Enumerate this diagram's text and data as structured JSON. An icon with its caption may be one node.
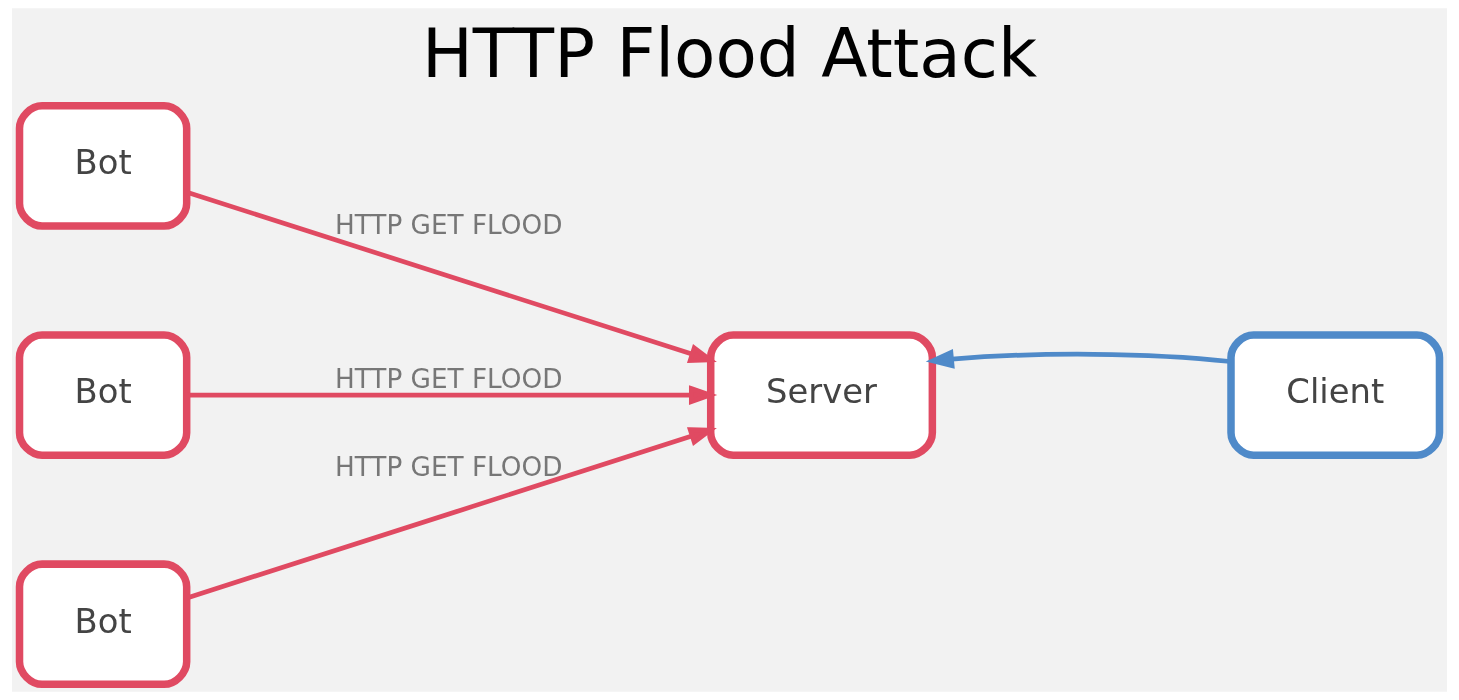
{
  "diagram": {
    "title": "HTTP Flood Attack",
    "nodes": [
      {
        "text": [
          "Bot"
        ]
      },
      {
        "text": [
          "Bot"
        ]
      },
      {
        "text": [
          "Bot"
        ]
      },
      {
        "text": [
          "Server"
        ]
      },
      {
        "text": [
          "Client"
        ]
      }
    ],
    "edges": [
      {
        "from": 0,
        "to": 3,
        "arrow": "to",
        "label": "HTTP GET FLOOD"
      },
      {
        "from": 1,
        "to": 3,
        "arrow": "to",
        "label": "HTTP GET FLOOD"
      },
      {
        "from": 2,
        "to": 3,
        "arrow": "to",
        "label": "HTTP GET FLOOD"
      },
      {
        "from": 4,
        "to": 3,
        "arrow": "to",
        "color": "#4f8ac9"
      }
    ]
  }
}
